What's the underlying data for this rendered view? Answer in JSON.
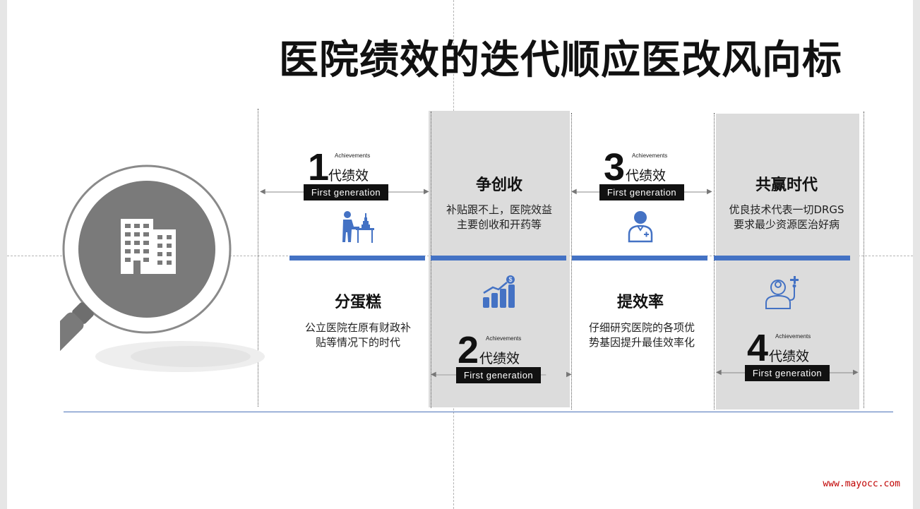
{
  "title": "医院绩效的迭代顺应医改风向标",
  "colors": {
    "accent": "#4472c4",
    "panel": "#dcdcdc",
    "dark": "#111111",
    "magnifier": "#7a7a7a"
  },
  "generations": [
    {
      "number": "1",
      "achievements": "Achievements",
      "unit": "代绩效",
      "label": "First  generation",
      "heading": "分蛋糕",
      "description": [
        "公立医院在原有财政补",
        "贴等情况下的时代"
      ],
      "icon": "worker-desk-icon"
    },
    {
      "number": "2",
      "achievements": "Achievements",
      "unit": "代绩效",
      "label": "First  generation",
      "heading": "争创收",
      "description": [
        "补贴跟不上，医院效益",
        "主要创收和开药等"
      ],
      "icon": "growth-chart-icon"
    },
    {
      "number": "3",
      "achievements": "Achievements",
      "unit": "代绩效",
      "label": "First  generation",
      "heading": "提效率",
      "description": [
        "仔细研究医院的各项优",
        "势基因提升最佳效率化"
      ],
      "icon": "doctor-icon"
    },
    {
      "number": "4",
      "achievements": "Achievements",
      "unit": "代绩效",
      "label": "First  generation",
      "heading": "共赢时代",
      "description": [
        "优良技术代表一切DRGS",
        "要求最少资源医治好病"
      ],
      "icon": "medical-staff-icon"
    }
  ],
  "magnifier_icon": "hospital-building-icon",
  "watermark": "www.mayocc.com"
}
